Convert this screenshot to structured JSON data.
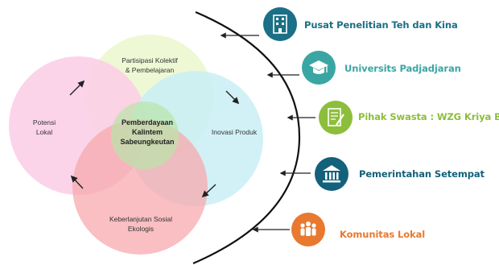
{
  "venn": {
    "center": [
      "Pemberdayaan",
      "Kalintem",
      "Sabeungkeutan"
    ],
    "top": [
      "Partisipasi Kolektif",
      "& Pembelajaran"
    ],
    "left": [
      "Potensi",
      "Lokal"
    ],
    "right": [
      "Inovasi Produk"
    ],
    "bottom": [
      "Keberlanjutan Sosial",
      "Ekologis"
    ],
    "colors": {
      "top": "#ecf7cf",
      "left": "#fbcde6",
      "right": "#c9eef4",
      "bottom": "#f7a9ad",
      "center": "#b9e4a8"
    }
  },
  "stakeholders": [
    {
      "label": "Pusat Penelitian Teh dan Kina",
      "color": "#1b6f86",
      "icon": "building-icon"
    },
    {
      "label": "Universits Padjadjaran",
      "color": "#3aa6a3",
      "icon": "graduation-cap-icon"
    },
    {
      "label": "Pihak Swasta : WZG Kriya Batik",
      "color": "#8dbe3b",
      "icon": "document-pen-icon"
    },
    {
      "label": "Pemerintahan Setempat",
      "color": "#13617a",
      "icon": "government-building-icon"
    },
    {
      "label": "Komunitas Lokal",
      "color": "#e8792f",
      "icon": "community-people-icon"
    }
  ]
}
